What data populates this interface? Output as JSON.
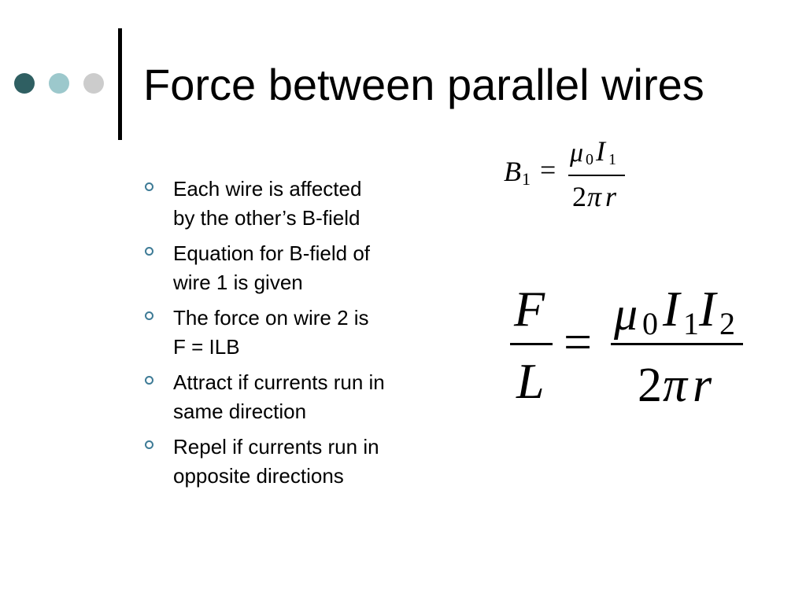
{
  "slide": {
    "title": "Force between parallel wires",
    "bullets": [
      {
        "lines": [
          "Each wire is affected",
          "by the other’s B-field"
        ]
      },
      {
        "lines": [
          "Equation for B-field of",
          "wire 1 is given"
        ]
      },
      {
        "lines": [
          "The force on wire 2 is",
          "F = ILB"
        ]
      },
      {
        "lines": [
          "Attract if currents run in",
          "same direction"
        ]
      },
      {
        "lines": [
          "Repel if currents run in",
          "opposite directions"
        ]
      }
    ]
  },
  "equations": {
    "b_field": {
      "lhs": {
        "symbol": "B",
        "subscript": "1"
      },
      "equals": "=",
      "numerator": {
        "mu": "μ",
        "mu_sub": "0",
        "current": "I",
        "current_sub": "1"
      },
      "denominator": {
        "coefficient": "2",
        "pi": "π",
        "r": "r"
      }
    },
    "force": {
      "lhs_numerator": "F",
      "lhs_denominator": "L",
      "equals": "=",
      "numerator": {
        "mu": "μ",
        "mu_sub": "0",
        "i1": "I",
        "i1_sub": "1",
        "i2": "I",
        "i2_sub": "2"
      },
      "denominator": {
        "coefficient": "2",
        "pi": "π",
        "r": "r"
      }
    }
  },
  "colors": {
    "dot_dark": "#2f5f62",
    "dot_light": "#9cc8cc",
    "dot_gray": "#cccccc",
    "bullet_marker": "#3e7b96"
  },
  "icons": {
    "bullet_marker": "hollow-circle-icon"
  }
}
